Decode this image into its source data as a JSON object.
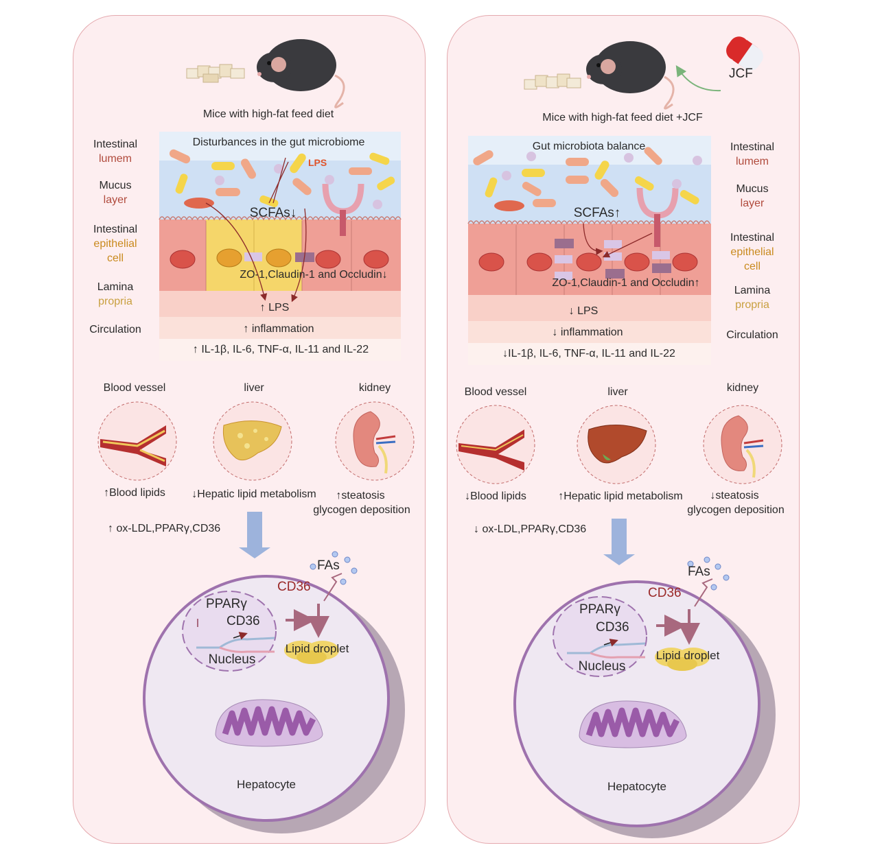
{
  "left": {
    "mouse_caption": "Mice with high-fat feed diet",
    "microbiome_title": "Disturbances in the gut microbiome",
    "lps_label": "LPS",
    "scfa": "SCFAs↓",
    "tight_junction": "ZO-1,Claudin-1 and Occludin↓",
    "lps_circ": "↑ LPS",
    "inflammation": "↑ inflammation",
    "cytokines": "↑ IL-1β, IL-6, TNF-α, IL-11 and IL-22",
    "layers": {
      "lumen": [
        "Intestinal",
        "lumem"
      ],
      "mucus": [
        "Mucus",
        "layer"
      ],
      "epithelial": [
        "Intestinal",
        "epithelial",
        "cell"
      ],
      "lamina": [
        "Lamina",
        "propria"
      ],
      "circulation": "Circulation"
    },
    "organs": {
      "vessel_title": "Blood vessel",
      "liver_title": "liver",
      "kidney_title": "kidney",
      "vessel_effect": "↑Blood lipids",
      "liver_effect": "↓Hepatic lipid metabolism",
      "kidney_effect_1": "↑steatosis",
      "kidney_effect_2": "glycogen deposition"
    },
    "markers": "↑ ox-LDL,PPARγ,CD36",
    "cell": {
      "fas": "FAs",
      "cd36_membrane": "CD36",
      "ppar": "PPARγ",
      "cd36_nucleus": "CD36",
      "nucleus": "Nucleus",
      "lipid_droplet": "Lipid droplet",
      "hepatocyte": "Hepatocyte"
    }
  },
  "right": {
    "mouse_caption": "Mice with high-fat feed diet +JCF",
    "drug_label": "JCF",
    "microbiome_title": "Gut microbiota balance",
    "scfa": "SCFAs↑",
    "tight_junction": "ZO-1,Claudin-1 and Occludin↑",
    "lps_circ": "↓ LPS",
    "inflammation": "↓ inflammation",
    "cytokines": "↓IL-1β, IL-6, TNF-α, IL-11 and IL-22",
    "layers": {
      "lumen": [
        "Intestinal",
        "lumem"
      ],
      "mucus": [
        "Mucus",
        "layer"
      ],
      "epithelial": [
        "Intestinal",
        "epithelial",
        "cell"
      ],
      "lamina": [
        "Lamina",
        "propria"
      ],
      "circulation": "Circulation"
    },
    "organs": {
      "vessel_title": "Blood vessel",
      "liver_title": "liver",
      "kidney_title": "kidney",
      "vessel_effect": "↓Blood lipids",
      "liver_effect": "↑Hepatic lipid metabolism",
      "kidney_effect_1": "↓steatosis",
      "kidney_effect_2": "glycogen deposition"
    },
    "markers": "↓ ox-LDL,PPARγ,CD36",
    "cell": {
      "fas": "FAs",
      "cd36_membrane": "CD36",
      "ppar": "PPARγ",
      "cd36_nucleus": "CD36",
      "nucleus": "Nucleus",
      "lipid_droplet": "Lipid droplet",
      "hepatocyte": "Hepatocyte"
    }
  },
  "colors": {
    "panel_bg": "#fdeef0",
    "panel_border": "#e4a9ae",
    "lumen": "#e8f0fa",
    "mucus": "#cfe0f4",
    "epithelium": "#ef9f96",
    "inflamed_cell": "#f5d66a",
    "lamina": "#f9d0c8",
    "circulation": "#fbe1da",
    "arrow_blue": "#9db3dc",
    "hepatocyte": "#efe8f2",
    "mito": "#b07dbb"
  }
}
